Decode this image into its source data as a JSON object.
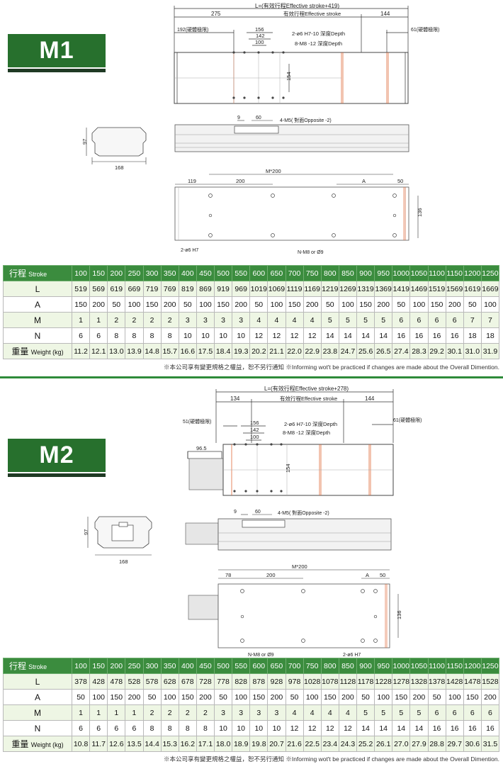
{
  "units": {
    "cols": [
      "100",
      "150",
      "200",
      "250",
      "300",
      "350",
      "400",
      "450",
      "500",
      "550",
      "600",
      "650",
      "700",
      "750",
      "800",
      "850",
      "900",
      "950",
      "1000",
      "1050",
      "1100",
      "1150",
      "1200",
      "1250"
    ]
  },
  "m1": {
    "tag": "M1",
    "top": {
      "total": "L=(有效行程Effective stroke+419)",
      "left": "275",
      "stroke": "有效行程Effective stroke",
      "right": "144",
      "hardlimit_left": "192(硬體極限)",
      "hardlimit_right": "61(硬體極限)",
      "d156": "156",
      "d142": "142",
      "d100": "100",
      "hole1": "2-ø6 H7-10 深度Depth",
      "hole2": "8-M8 -12 深度Depth",
      "h154": "154"
    },
    "side": {
      "d9": "9",
      "d60": "60",
      "m5": "4-M5( 對面Opposite -2)"
    },
    "profile": {
      "h97": "97",
      "w168": "168"
    },
    "bottom": {
      "total": "M*200",
      "d119": "119",
      "d200": "200",
      "dA": "A",
      "d50": "50",
      "h136": "136",
      "pin": "2-ø6 H7",
      "nm8": "N-M8 or Ø9"
    },
    "table": {
      "stroke_label_cn": "行程",
      "stroke_label_en": "Stroke",
      "rows": [
        {
          "label": "L",
          "values": [
            "519",
            "569",
            "619",
            "669",
            "719",
            "769",
            "819",
            "869",
            "919",
            "969",
            "1019",
            "1069",
            "1119",
            "1169",
            "1219",
            "1269",
            "1319",
            "1369",
            "1419",
            "1469",
            "1519",
            "1569",
            "1619",
            "1669"
          ]
        },
        {
          "label": "A",
          "values": [
            "150",
            "200",
            "50",
            "100",
            "150",
            "200",
            "50",
            "100",
            "150",
            "200",
            "50",
            "100",
            "150",
            "200",
            "50",
            "100",
            "150",
            "200",
            "50",
            "100",
            "150",
            "200",
            "50",
            "100"
          ]
        },
        {
          "label": "M",
          "values": [
            "1",
            "1",
            "2",
            "2",
            "2",
            "2",
            "3",
            "3",
            "3",
            "3",
            "4",
            "4",
            "4",
            "4",
            "5",
            "5",
            "5",
            "5",
            "6",
            "6",
            "6",
            "6",
            "7",
            "7"
          ]
        },
        {
          "label": "N",
          "values": [
            "6",
            "6",
            "8",
            "8",
            "8",
            "8",
            "10",
            "10",
            "10",
            "10",
            "12",
            "12",
            "12",
            "12",
            "14",
            "14",
            "14",
            "14",
            "16",
            "16",
            "16",
            "16",
            "18",
            "18"
          ]
        }
      ],
      "weight_label_cn": "重量",
      "weight_label_en": "Weight (kg)",
      "weight": [
        "11.2",
        "12.1",
        "13.0",
        "13.9",
        "14.8",
        "15.7",
        "16.6",
        "17.5",
        "18.4",
        "19.3",
        "20.2",
        "21.1",
        "22.0",
        "22.9",
        "23.8",
        "24.7",
        "25.6",
        "26.5",
        "27.4",
        "28.3",
        "29.2",
        "30.1",
        "31.0",
        "31.9"
      ]
    },
    "footnote": "※本公司享有變更規格之權益，恕不另行通知 ※Informing wot't be practiced if changes are made about the Overall Dimention."
  },
  "m2": {
    "tag": "M2",
    "top": {
      "total": "L=(有效行程Effective stroke+278)",
      "left": "134",
      "stroke": "有效行程Effective stroke",
      "right": "144",
      "hardlimit_left": "51(硬體極限)",
      "hardlimit_right": "61(硬體極限)",
      "d156": "156",
      "d142": "142",
      "d100": "100",
      "hole1": "2-ø6 H7-10 深度Depth",
      "hole2": "8-M8 -12 深度Depth",
      "h154": "154",
      "motor": "96.5"
    },
    "side": {
      "d9": "9",
      "d60": "60",
      "m5": "4-M5( 對面Opposite -2)"
    },
    "profile": {
      "h97": "97",
      "w168": "168"
    },
    "bottom": {
      "total": "M*200",
      "d78": "78",
      "d200": "200",
      "dA": "A",
      "d50": "50",
      "h136": "136",
      "pin": "2-ø6 H7",
      "nm8": "N-M8 or Ø9"
    },
    "table": {
      "stroke_label_cn": "行程",
      "stroke_label_en": "Stroke",
      "rows": [
        {
          "label": "L",
          "values": [
            "378",
            "428",
            "478",
            "528",
            "578",
            "628",
            "678",
            "728",
            "778",
            "828",
            "878",
            "928",
            "978",
            "1028",
            "1078",
            "1128",
            "1178",
            "1228",
            "1278",
            "1328",
            "1378",
            "1428",
            "1478",
            "1528"
          ]
        },
        {
          "label": "A",
          "values": [
            "50",
            "100",
            "150",
            "200",
            "50",
            "100",
            "150",
            "200",
            "50",
            "100",
            "150",
            "200",
            "50",
            "100",
            "150",
            "200",
            "50",
            "100",
            "150",
            "200",
            "50",
            "100",
            "150",
            "200"
          ]
        },
        {
          "label": "M",
          "values": [
            "1",
            "1",
            "1",
            "1",
            "2",
            "2",
            "2",
            "2",
            "3",
            "3",
            "3",
            "3",
            "4",
            "4",
            "4",
            "4",
            "5",
            "5",
            "5",
            "5",
            "6",
            "6",
            "6",
            "6"
          ]
        },
        {
          "label": "N",
          "values": [
            "6",
            "6",
            "6",
            "6",
            "8",
            "8",
            "8",
            "8",
            "10",
            "10",
            "10",
            "10",
            "12",
            "12",
            "12",
            "12",
            "14",
            "14",
            "14",
            "14",
            "16",
            "16",
            "16",
            "16"
          ]
        }
      ],
      "weight_label_cn": "重量",
      "weight_label_en": "Weight (kg)",
      "weight": [
        "10.8",
        "11.7",
        "12.6",
        "13.5",
        "14.4",
        "15.3",
        "16.2",
        "17.1",
        "18.0",
        "18.9",
        "19.8",
        "20.7",
        "21.6",
        "22.5",
        "23.4",
        "24.3",
        "25.2",
        "26.1",
        "27.0",
        "27.9",
        "28.8",
        "29.7",
        "30.6",
        "31.5"
      ]
    },
    "footnote": "※本公司享有變更規格之權益，恕不另行通知 ※Informing wot't be practiced if changes are made about the Overall Dimention."
  }
}
